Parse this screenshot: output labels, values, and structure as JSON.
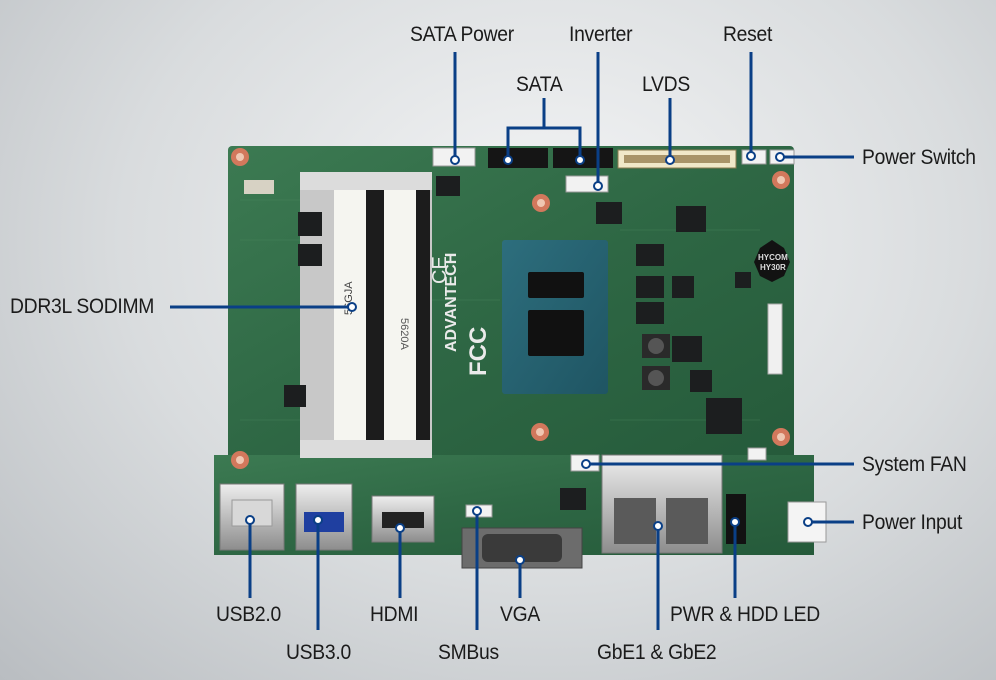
{
  "labels": {
    "sata_power": "SATA Power",
    "inverter": "Inverter",
    "reset": "Reset",
    "sata": "SATA",
    "lvds": "LVDS",
    "power_switch": "Power Switch",
    "ddr3l_sodimm": "DDR3L SODIMM",
    "system_fan": "System FAN",
    "power_input": "Power Input",
    "usb2": "USB2.0",
    "usb3": "USB3.0",
    "hdmi": "HDMI",
    "smbus": "SMBus",
    "vga": "VGA",
    "gbe": "GbE1 & GbE2",
    "pwr_hdd_led": "PWR & HDD LED"
  },
  "board_markings": {
    "brand": "ADVANTECH",
    "fcc": "FCC",
    "ce": "CE",
    "inductor_1": "HYCOM",
    "inductor_2": "HY30R",
    "sodimm_1": "56GJA",
    "sodimm_2": "5620A"
  },
  "colors": {
    "callout": "#0a3f86",
    "pcb": "#2f6a45",
    "label_text": "#1b1b1b"
  }
}
